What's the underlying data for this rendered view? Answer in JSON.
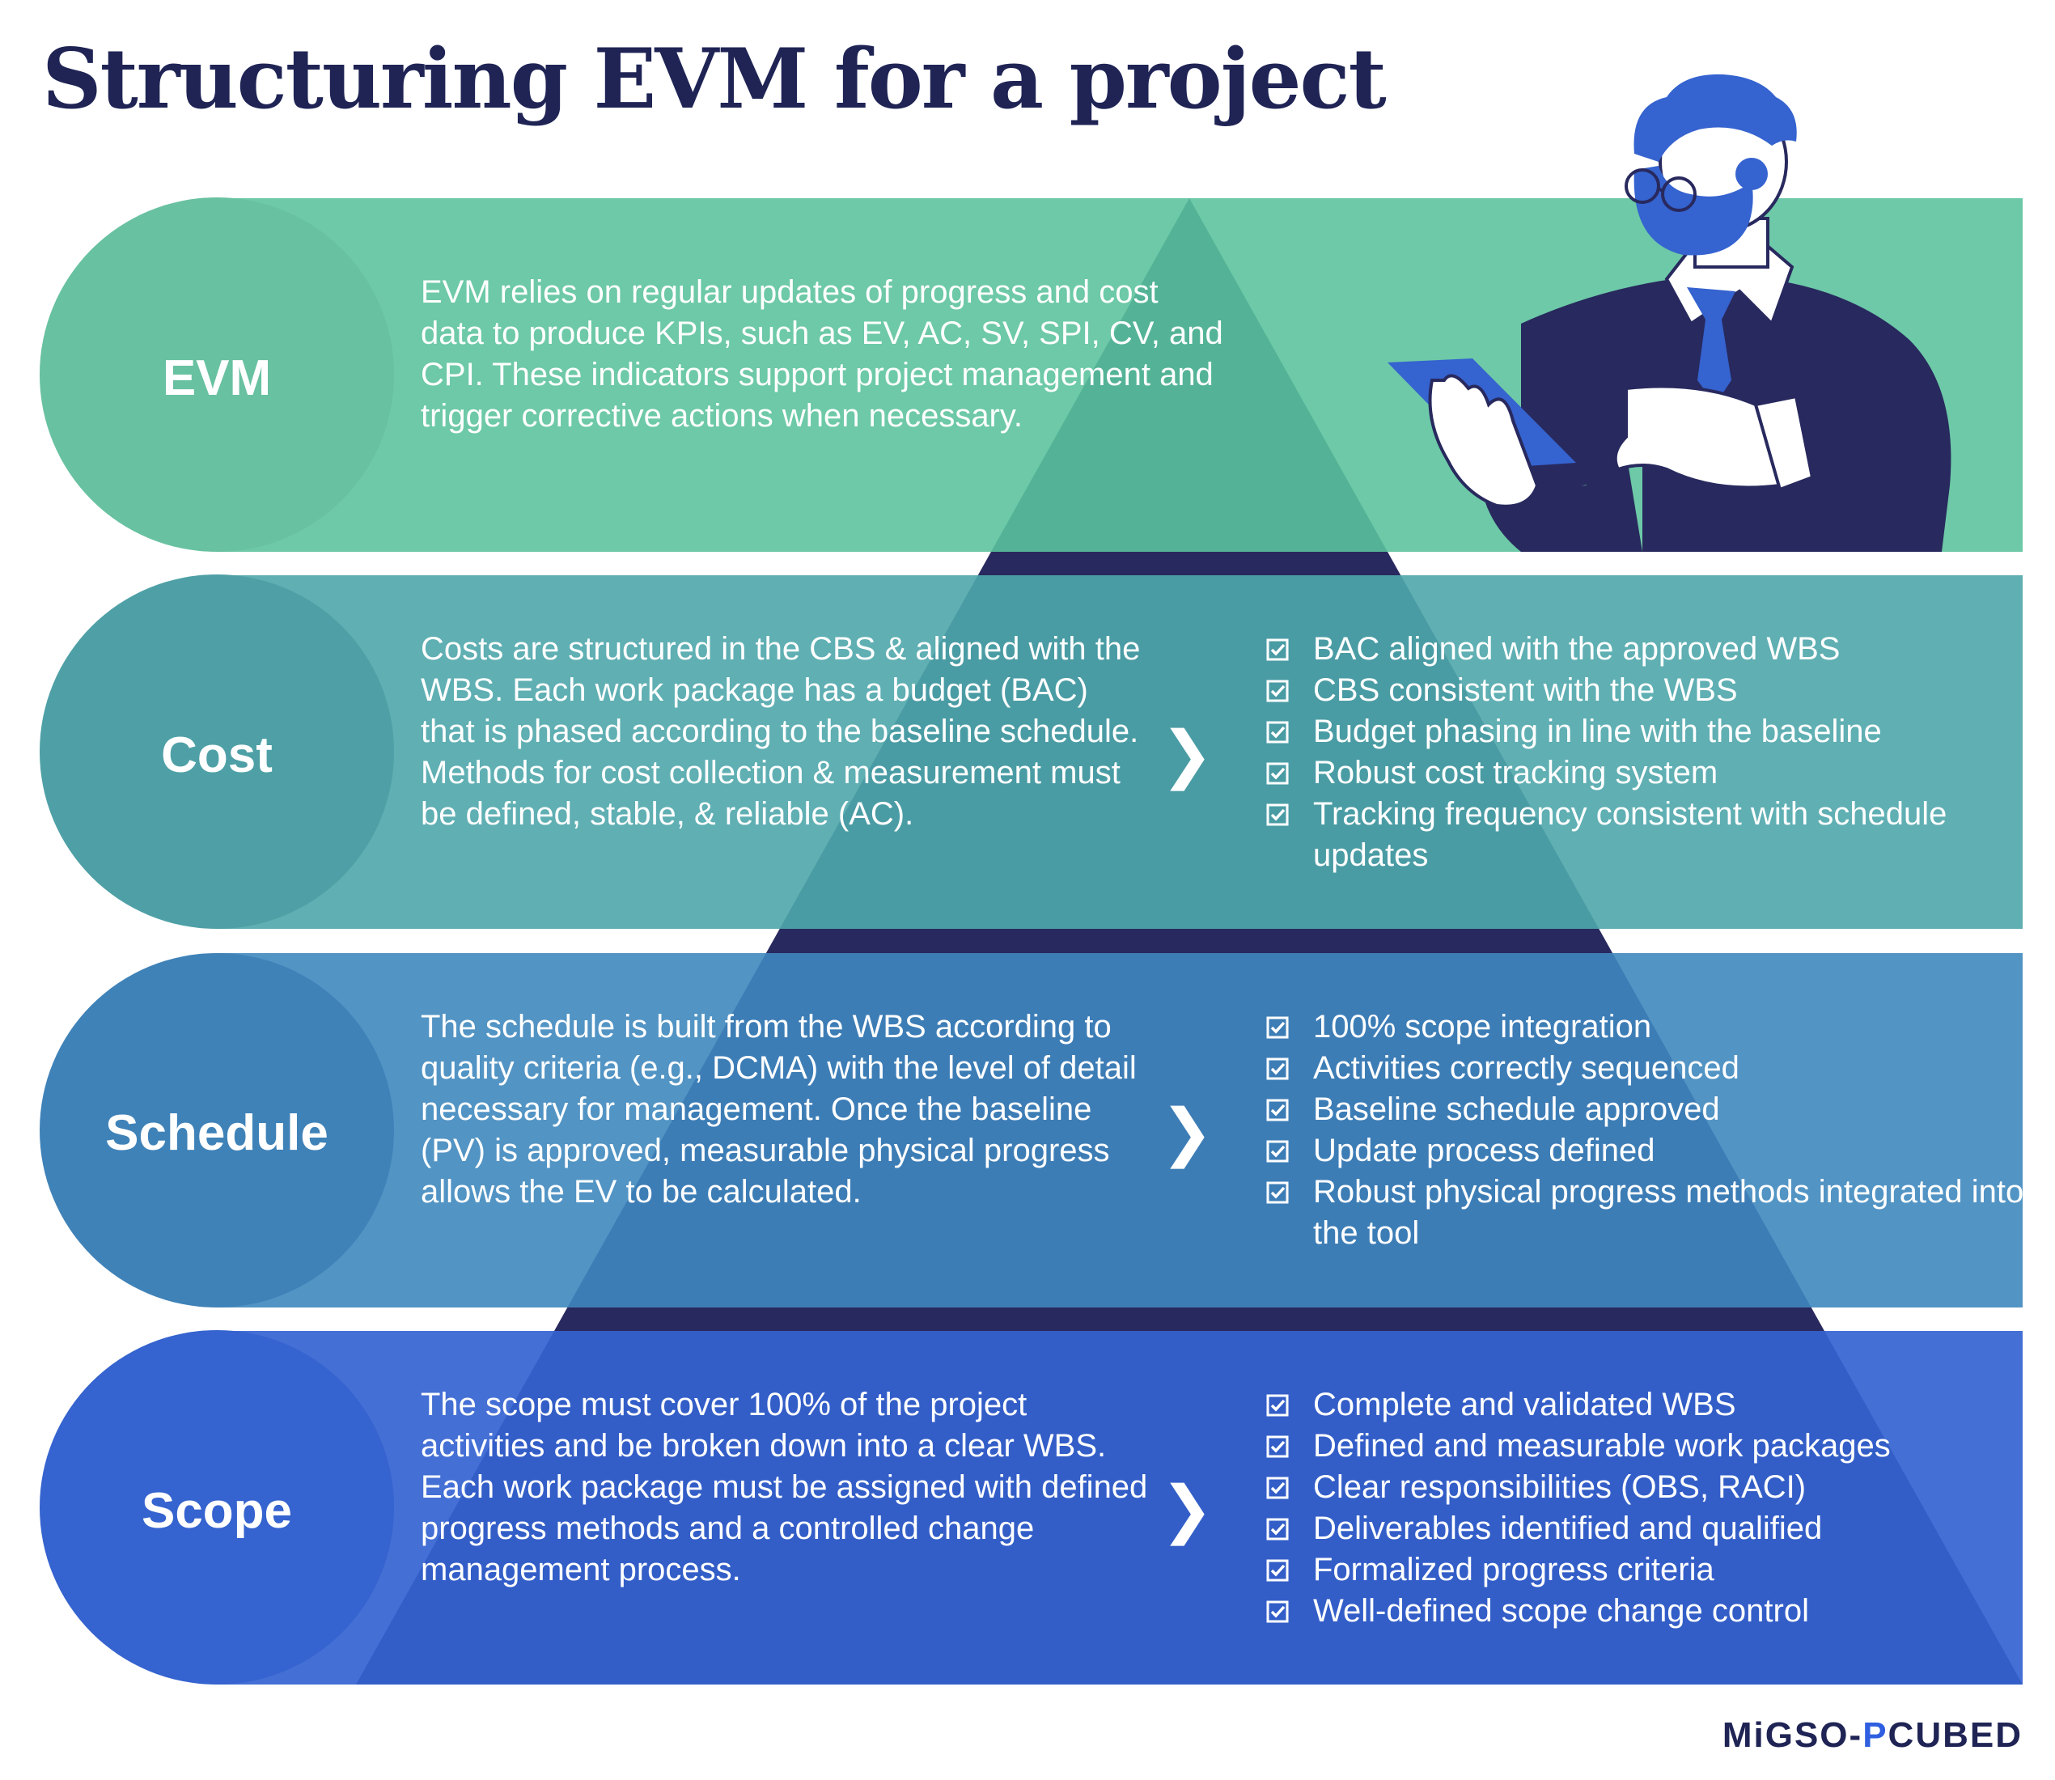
{
  "title": "Structuring EVM for a project",
  "colors": {
    "title": "#1f2455",
    "navy": "#28295e",
    "evm": "#6dc9a7",
    "cost": "#5fafb3",
    "schedule": "#5294c4",
    "scope": "#446fd5"
  },
  "rows": [
    {
      "label": "EVM",
      "description": "EVM relies on regular updates of progress and cost data to produce KPIs, such as EV, AC, SV, SPI, CV, and CPI. These indicators support project management and trigger corrective actions when necessary.",
      "checklist": []
    },
    {
      "label": "Cost",
      "description": "Costs are structured in the CBS & aligned with the WBS. Each work package has a budget (BAC) that is phased according to the baseline schedule. Methods for cost collection & measurement must be defined, stable, & reliable (AC).",
      "checklist": [
        "BAC aligned with the approved WBS",
        "CBS consistent with the WBS",
        "Budget phasing in line with the baseline",
        "Robust cost tracking system",
        "Tracking frequency consistent with schedule updates"
      ]
    },
    {
      "label": "Schedule",
      "description": "The schedule is built from the WBS according to quality criteria (e.g., DCMA) with the level of detail necessary for management. Once the baseline (PV) is approved, measurable physical progress allows the EV to be calculated.",
      "checklist": [
        "100% scope integration",
        "Activities correctly sequenced",
        "Baseline schedule approved",
        "Update process defined",
        "Robust physical progress methods integrated into the tool"
      ]
    },
    {
      "label": "Scope",
      "description": "The scope must cover 100% of the project activities and be broken down into a clear WBS. Each work package must be assigned with defined progress methods and a controlled change management process.",
      "checklist": [
        "Complete and validated WBS",
        "Defined and measurable work packages",
        "Clear responsibilities (OBS, RACI)",
        "Deliverables identified and qualified",
        "Formalized progress criteria",
        "Well-defined scope change control"
      ]
    }
  ],
  "logo": {
    "part1": "MiGSO-",
    "accent": "P",
    "part2": "CUBED"
  }
}
